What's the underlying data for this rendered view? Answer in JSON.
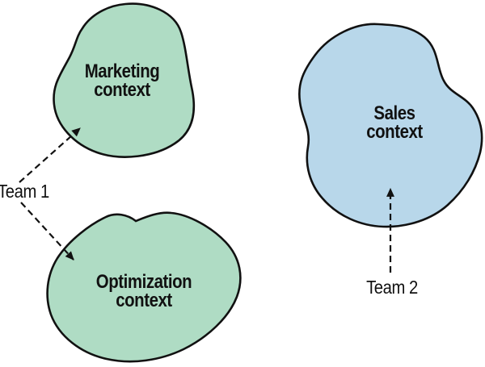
{
  "figure": {
    "background_color": "#ffffff",
    "outline_color": "#111111",
    "text_color": "#111111",
    "contexts": [
      {
        "id": "marketing",
        "line1": "Marketing",
        "line2": "context",
        "fill": "#afdcc4"
      },
      {
        "id": "optimization",
        "line1": "Optimization",
        "line2": "context",
        "fill": "#afdcc4"
      },
      {
        "id": "sales",
        "line1": "Sales",
        "line2": "context",
        "fill": "#b8d7ea"
      }
    ],
    "teams": [
      {
        "id": "team1",
        "label": "Team 1"
      },
      {
        "id": "team2",
        "label": "Team 2"
      }
    ],
    "arrows": [
      {
        "id": "team1-to-marketing",
        "from": "Team 1",
        "to": "Marketing context",
        "style": "dashed"
      },
      {
        "id": "team1-to-optimization",
        "from": "Team 1",
        "to": "Optimization context",
        "style": "dashed"
      },
      {
        "id": "team2-to-sales",
        "from": "Team 2",
        "to": "Sales context",
        "style": "dashed"
      }
    ]
  }
}
